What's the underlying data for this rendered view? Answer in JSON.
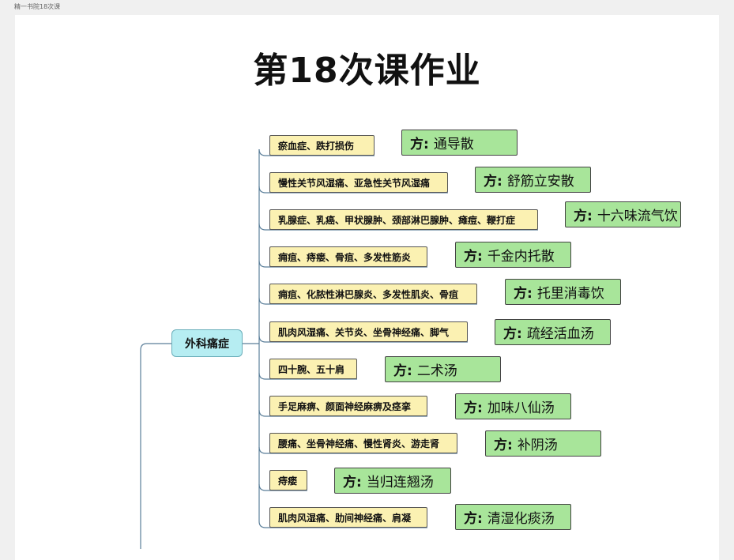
{
  "tab_title": "精一书院18次课",
  "title": "第18次课作业",
  "root": "外科痛症",
  "rx_prefix": "方:",
  "branches": [
    {
      "condition": "瘀血症、跌打损伤",
      "formula": "通导散"
    },
    {
      "condition": "慢性关节风湿痛、亚急性关节风湿痛",
      "formula": "舒筋立安散"
    },
    {
      "condition": "乳腺症、乳癌、甲状腺肿、颈部淋巴腺肿、瘫痘、鞭打症",
      "formula": "十六味流气饮"
    },
    {
      "condition": "痈疽、痔瘘、骨疽、多发性筋炎",
      "formula": "千金内托散"
    },
    {
      "condition": "痈疽、化脓性淋巴腺炎、多发性肌炎、骨疽",
      "formula": "托里消毒饮"
    },
    {
      "condition": "肌肉风湿痛、关节炎、坐骨神经痛、脚气",
      "formula": "疏经活血汤"
    },
    {
      "condition": "四十腕、五十肩",
      "formula": "二术汤"
    },
    {
      "condition": "手足麻痹、颜面神经麻痹及痉挛",
      "formula": "加味八仙汤"
    },
    {
      "condition": "腰痛、坐骨神经痛、慢性肾炎、游走肾",
      "formula": "补阴汤"
    },
    {
      "condition": "痔瘘",
      "formula": "当归连翘汤"
    },
    {
      "condition": "肌肉风湿痛、肋间神经痛、肩凝",
      "formula": "清湿化痰汤"
    }
  ]
}
